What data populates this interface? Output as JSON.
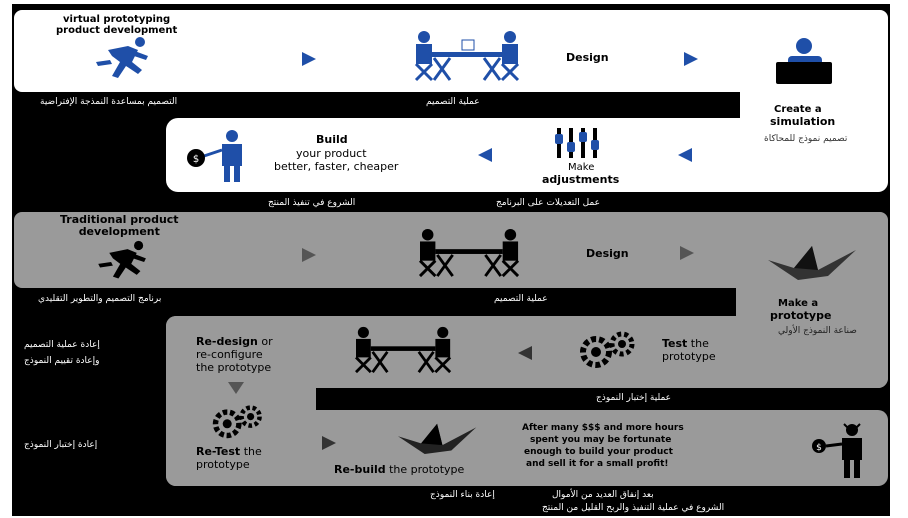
{
  "colors": {
    "blue": "#1f4fa8",
    "black": "#000000",
    "gray_panel": "#9a9a9a",
    "white": "#ffffff"
  },
  "virtual": {
    "title": "virtual prototyping\nproduct development",
    "title_ar": "التصميم بمساعدة النمذجة الإفتراضية",
    "design_label": "Design",
    "design_ar": "عملية التصميم",
    "simulation_label_1": "Create a",
    "simulation_label_2": "simulation",
    "simulation_ar": "تصميم نموذج للمحاكاة",
    "adjust_label_1": "Make",
    "adjust_label_2": "adjustments",
    "adjust_ar": "عمل التعديلات على البرنامج",
    "build_bold": "Build",
    "build_line2": "your product",
    "build_line3": "better, faster, cheaper",
    "build_ar": "الشروع في تنفيذ المنتج"
  },
  "traditional": {
    "title": "Traditional product\ndevelopment",
    "title_ar": "برنامج التصميم والتطوير التقليدي",
    "design_label": "Design",
    "design_ar": "عملية التصميم",
    "prototype_label_1": "Make a",
    "prototype_label_2": "prototype",
    "prototype_ar": "صناعة النموذج الأولي",
    "test_bold": "Test",
    "test_rest": " the",
    "test_line2": "prototype",
    "test_ar": "عملية إختبار النموذج",
    "redesign_bold": "Re-design",
    "redesign_rest": " or",
    "redesign_line2": "re-configure",
    "redesign_line3": "the prototype",
    "redesign_ar_1": "إعادة عملية التصميم",
    "redesign_ar_2": "وإعادة تقييم النموذج",
    "retest_bold": "Re-Test",
    "retest_rest": " the",
    "retest_line2": "prototype",
    "retest_ar": "إعادة إختبار النموذج",
    "rebuild_bold": "Re-build",
    "rebuild_rest": " the prototype",
    "rebuild_ar": "إعادة بناء النموذج",
    "final_text_1": "After many $$$ and more hours",
    "final_text_2": "spent you may be fortunate",
    "final_text_3": "enough to build your product",
    "final_text_4": "and sell it for a small profit!",
    "final_ar_1": "بعد إنفاق العديد من الأموال",
    "final_ar_2": "الشروع في عملية التنفيذ والربح القليل من المنتج"
  }
}
